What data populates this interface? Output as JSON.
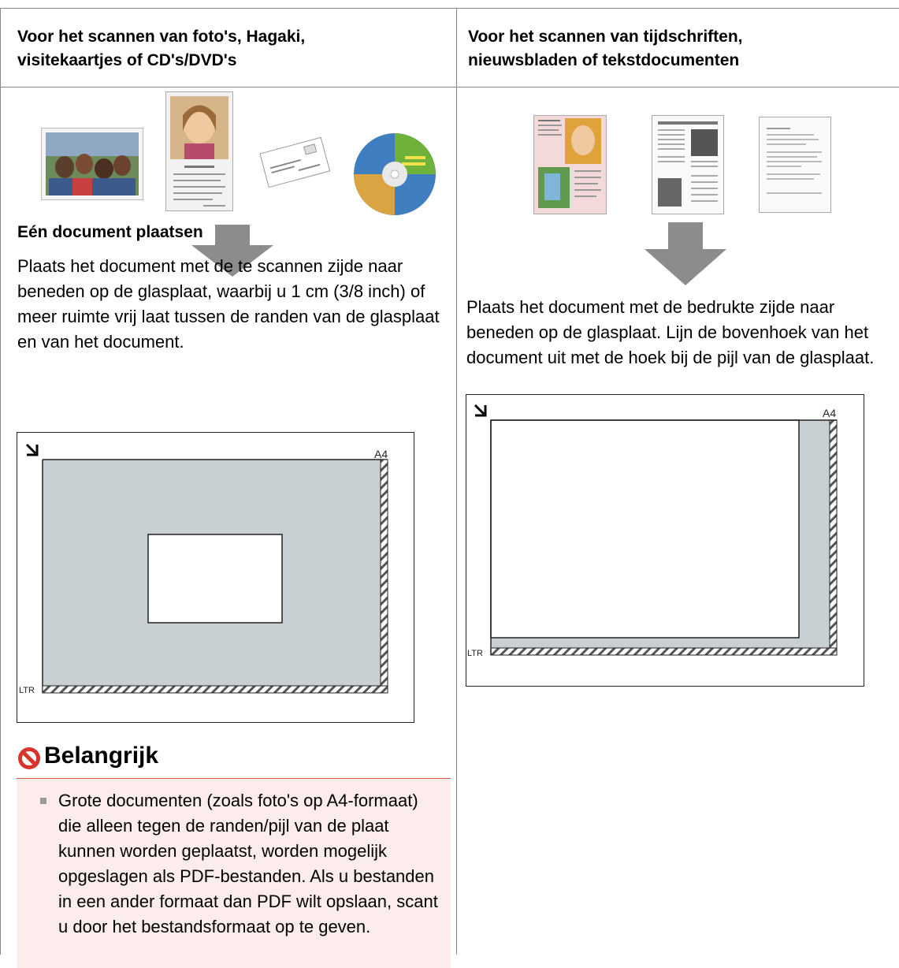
{
  "left_column": {
    "header": "Voor het scannen van foto's, Hagaki, visitekaartjes of CD's/DVD's",
    "subheading": "Eén document plaatsen",
    "instruction": "Plaats het document met de te scannen zijde naar beneden op de glasplaat, waarbij u 1 cm (3/8 inch) of meer ruimte vrij laat tussen de randen van de glasplaat en van het document.",
    "icons": [
      "photo-icon",
      "postcard-photo-icon",
      "business-card-icon",
      "cd-dvd-icon"
    ],
    "diagram": {
      "size_label": "A4",
      "letter_label": "LTR"
    }
  },
  "right_column": {
    "header": "Voor het scannen van tijdschriften, nieuwsbladen of tekstdocumenten",
    "instruction": "Plaats het document met de bedrukte zijde naar beneden op de glasplaat. Lijn de bovenhoek van het document uit met de hoek bij de pijl van de glasplaat.",
    "icons": [
      "magazine-icon",
      "newspaper-icon",
      "text-document-icon"
    ],
    "diagram": {
      "size_label": "A4",
      "letter_label": "LTR"
    }
  },
  "important": {
    "title": "Belangrijk",
    "text": "Grote documenten (zoals foto's op A4-formaat) die alleen tegen de randen/pijl van de plaat kunnen worden geplaatst, worden mogelijk opgeslagen als PDF-bestanden. Als u bestanden in een ander formaat dan PDF wilt opslaan, scant u door het bestandsformaat op te geven."
  },
  "colors": {
    "border": "#888888",
    "platen": "#c9d0d4",
    "important_bg": "#fcecec",
    "important_line": "#d9534f",
    "arrow": "#8c8c8c"
  }
}
